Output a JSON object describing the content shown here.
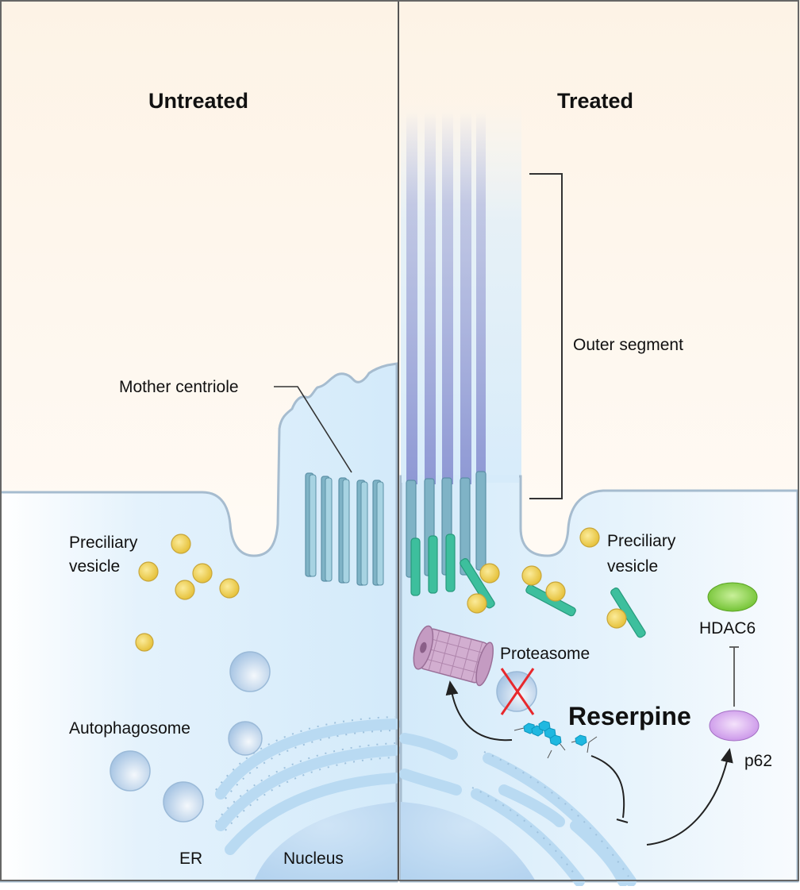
{
  "panels": {
    "left": {
      "title": "Untreated"
    },
    "right": {
      "title": "Treated"
    }
  },
  "labels": {
    "mother_centriole": "Mother centriole",
    "preciliary_vesicle_left": [
      "Preciliary",
      "vesicle"
    ],
    "preciliary_vesicle_right": [
      "Preciliary",
      "vesicle"
    ],
    "autophagosome": "Autophagosome",
    "er": "ER",
    "nucleus": "Nucleus",
    "outer_segment": "Outer segment",
    "proteasome": "Proteasome",
    "reserpine": "Reserpine",
    "hdac6": "HDAC6",
    "p62": "p62"
  },
  "colors": {
    "background_top": "#fdf5ea",
    "cell": "#d8ecfa",
    "cell_edge": "#9fb4c6",
    "centriole": "#7fb6c8",
    "transition_zone": "#3fbfa0",
    "axoneme": "#9fa8d8",
    "vesicle": "#f2d35a",
    "autophagosome": "#c9ddf0",
    "proteasome": "#c9a3c4",
    "reserpine_molecule": "#1fb8e0",
    "hdac6": "#7ccc3a",
    "p62": "#d6a6ef",
    "inhibition_x": "#e8282c"
  },
  "relations": [
    {
      "from": "reserpine",
      "to": "proteasome",
      "type": "activates"
    },
    {
      "from": "reserpine",
      "to": "autophagosome",
      "type": "inhibits"
    },
    {
      "from": "reserpine",
      "to": "nucleus",
      "type": "inhibits"
    },
    {
      "from": "nucleus",
      "to": "p62",
      "type": "activates"
    },
    {
      "from": "p62",
      "to": "hdac6",
      "type": "inhibits"
    }
  ]
}
